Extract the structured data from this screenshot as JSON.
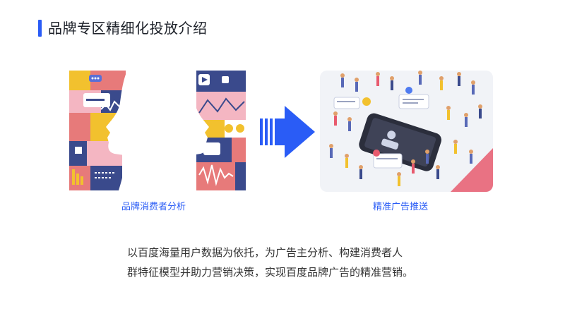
{
  "header": {
    "title": "品牌专区精细化投放介绍"
  },
  "left_panel": {
    "caption": "品牌消费者分析"
  },
  "right_panel": {
    "caption": "精准广告推送"
  },
  "description": {
    "line1": "以百度海量用户数据为依托，为广告主分析、构建消费者人",
    "line2": "群特征模型并助力营销决策，实现百度品牌广告的精准营销。"
  },
  "colors": {
    "accent": "#2a5cf6",
    "text": "#333333"
  }
}
